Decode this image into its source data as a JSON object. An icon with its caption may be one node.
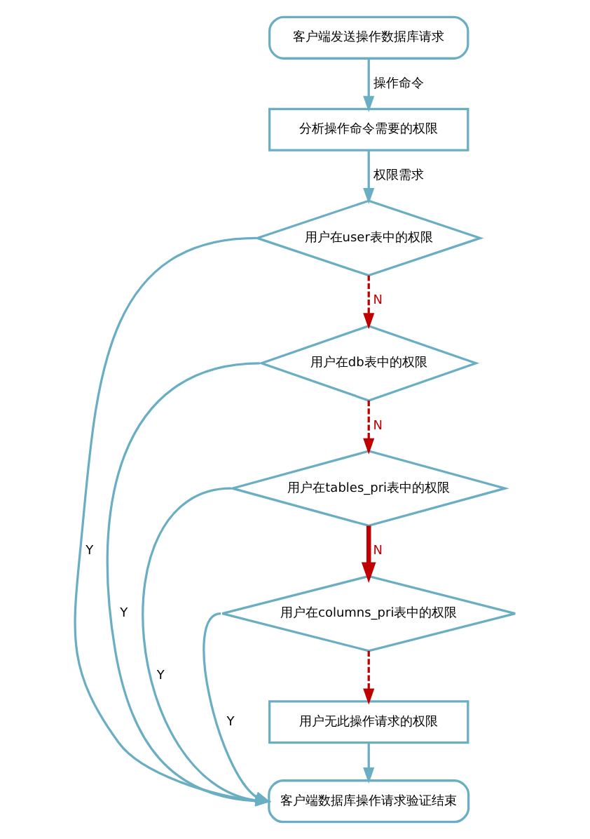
{
  "diagram": {
    "nodes": [
      {
        "text": [
          "客户端发送操作数据库请求"
        ]
      },
      {
        "text": [
          "分析操作命令需要的权限"
        ]
      },
      {
        "text": [
          "用户在user表中的权限"
        ]
      },
      {
        "text": [
          "用户在db表中的权限"
        ]
      },
      {
        "text": [
          "用户在tables_pri表中的权限"
        ]
      },
      {
        "text": [
          "用户在columns_pri表中的权限"
        ]
      },
      {
        "text": [
          "用户无此操作请求的权限"
        ]
      },
      {
        "text": [
          "客户端数据库操作请求验证结束"
        ]
      }
    ],
    "edges": [
      {
        "from": 0,
        "to": 1,
        "arrow": "to",
        "label": "操作命令"
      },
      {
        "from": 1,
        "to": 2,
        "arrow": "to",
        "label": "权限需求"
      },
      {
        "from": 2,
        "to": 3,
        "arrow": "to",
        "label": "N",
        "style": "dashed",
        "color": "#c00000"
      },
      {
        "from": 3,
        "to": 4,
        "arrow": "to",
        "label": "N",
        "style": "dashed",
        "color": "#c00000"
      },
      {
        "from": 4,
        "to": 5,
        "arrow": "to",
        "label": "N",
        "style": "thick",
        "color": "#c00000"
      },
      {
        "from": 5,
        "to": 6,
        "arrow": "to",
        "style": "dashed",
        "color": "#c00000"
      },
      {
        "from": 6,
        "to": 7,
        "arrow": "to"
      },
      {
        "from": 2,
        "to": 7,
        "arrow": "to",
        "label": "Y"
      },
      {
        "from": 3,
        "to": 7,
        "arrow": "to",
        "label": "Y"
      },
      {
        "from": 4,
        "to": 7,
        "arrow": "to",
        "label": "Y"
      },
      {
        "from": 5,
        "to": 7,
        "arrow": "to",
        "label": "Y"
      }
    ]
  }
}
